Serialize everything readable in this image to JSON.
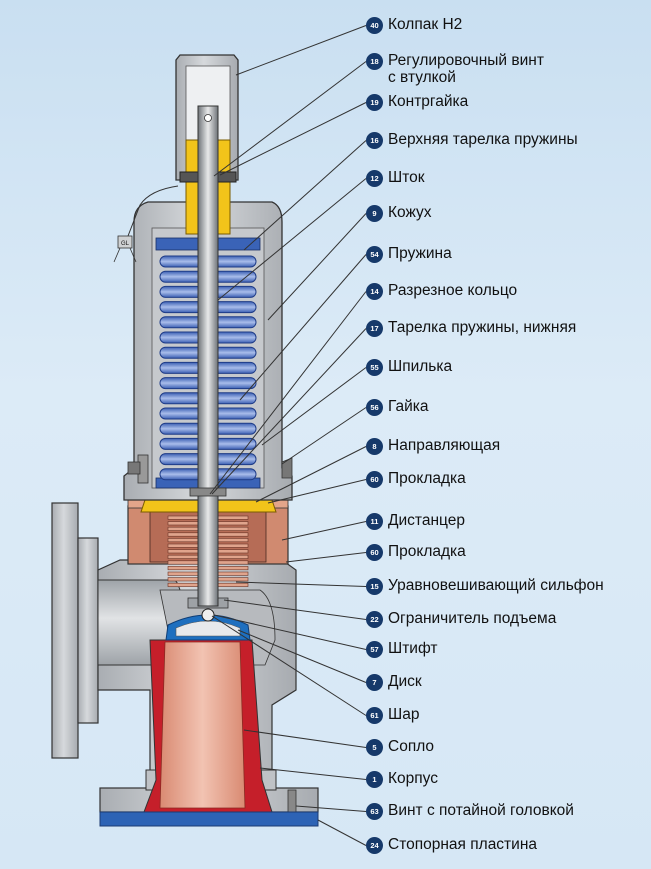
{
  "labels": [
    {
      "num": "40",
      "text": "Колпак H2"
    },
    {
      "num": "18",
      "text": "Регулировочный винт",
      "text2": "с втулкой"
    },
    {
      "num": "19",
      "text": "Контргайка"
    },
    {
      "num": "16",
      "text": "Верхняя тарелка пружины"
    },
    {
      "num": "12",
      "text": "Шток"
    },
    {
      "num": "9",
      "text": "Кожух"
    },
    {
      "num": "54",
      "text": "Пружина"
    },
    {
      "num": "14",
      "text": "Разрезное кольцо"
    },
    {
      "num": "17",
      "text": "Тарелка пружины, нижняя"
    },
    {
      "num": "55",
      "text": "Шпилька"
    },
    {
      "num": "56",
      "text": "Гайка"
    },
    {
      "num": "8",
      "text": "Направляющая"
    },
    {
      "num": "60",
      "text": "Прокладка"
    },
    {
      "num": "11",
      "text": "Дистанцер"
    },
    {
      "num": "60",
      "text": "Прокладка"
    },
    {
      "num": "15",
      "text": "Уравновешивающий сильфон"
    },
    {
      "num": "22",
      "text": "Ограничитель подъема"
    },
    {
      "num": "57",
      "text": "Штифт"
    },
    {
      "num": "7",
      "text": "Диск"
    },
    {
      "num": "61",
      "text": "Шар"
    },
    {
      "num": "5",
      "text": "Сопло"
    },
    {
      "num": "1",
      "text": "Корпус"
    },
    {
      "num": "63",
      "text": "Винт с потайной головкой"
    },
    {
      "num": "24",
      "text": "Стопорная пластина"
    }
  ],
  "seal_text": "GL",
  "colors": {
    "background": "#d2e5f4",
    "metal": "#c3c6ca",
    "outline": "#333333",
    "spring": "#5577c8",
    "brass": "#f2c41a",
    "copper": "#d08a70",
    "nozzle": "#e6a693",
    "nozzle_red": "#c51f2a",
    "disc_blue": "#1e6fbf",
    "badge": "#16396a"
  }
}
